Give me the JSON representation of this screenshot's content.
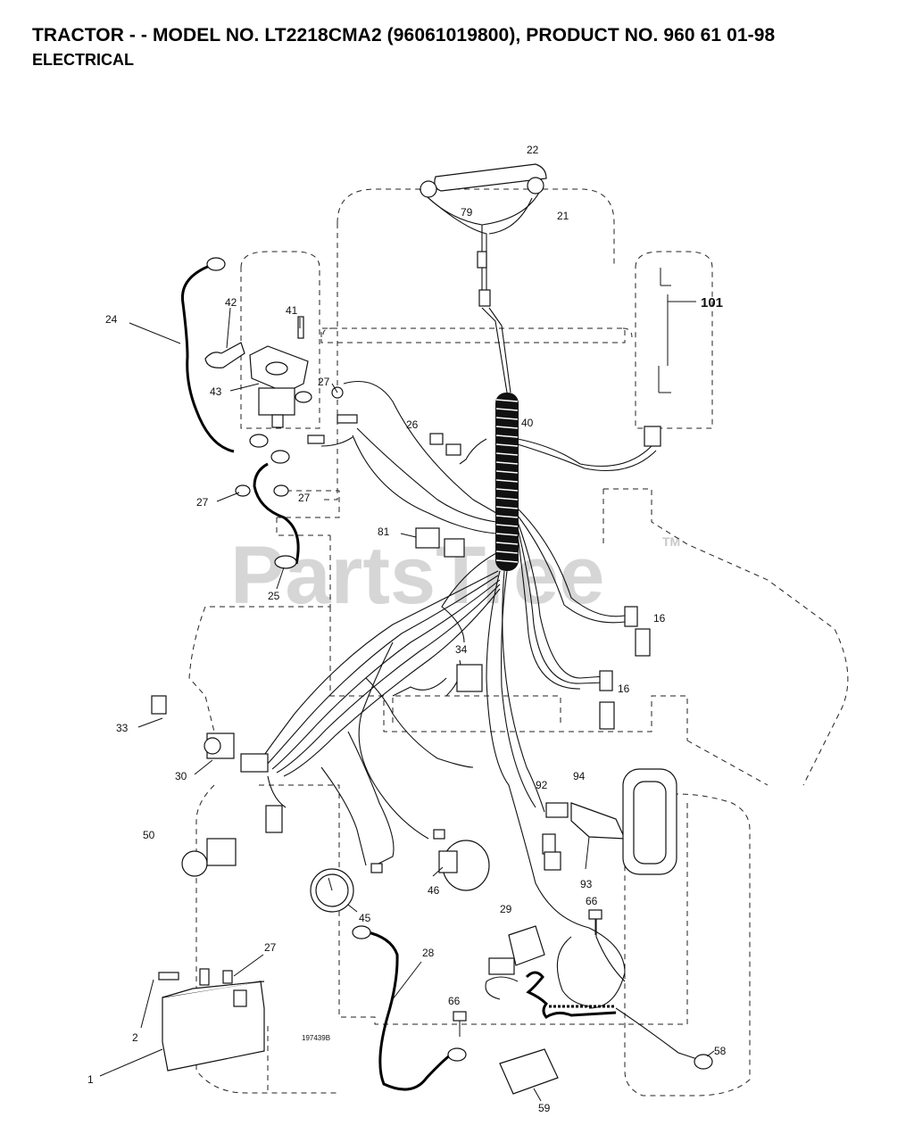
{
  "header": {
    "title": "TRACTOR - - MODEL NO. LT2218CMA2 (96061019800), PRODUCT NO. 960 61 01-98",
    "subtitle": "ELECTRICAL"
  },
  "watermark": {
    "text": "PartsTree",
    "tm": "TM"
  },
  "drawing_number": "197439B",
  "labels": {
    "l22": "22",
    "l79": "79",
    "l21": "21",
    "l101": "101",
    "l42": "42",
    "l41": "41",
    "l24": "24",
    "l43": "43",
    "l27a": "27",
    "l26": "26",
    "l40": "40",
    "l27b": "27",
    "l27c": "27",
    "l81": "81",
    "l25": "25",
    "l16a": "16",
    "l34": "34",
    "l16b": "16",
    "l33": "33",
    "l30": "30",
    "l92": "92",
    "l94": "94",
    "l50": "50",
    "l93": "93",
    "l46": "46",
    "l45": "45",
    "l66a": "66",
    "l29": "29",
    "l28": "28",
    "l27d": "27",
    "l66b": "66",
    "l2": "2",
    "l58": "58",
    "l1": "1",
    "l59": "59"
  }
}
